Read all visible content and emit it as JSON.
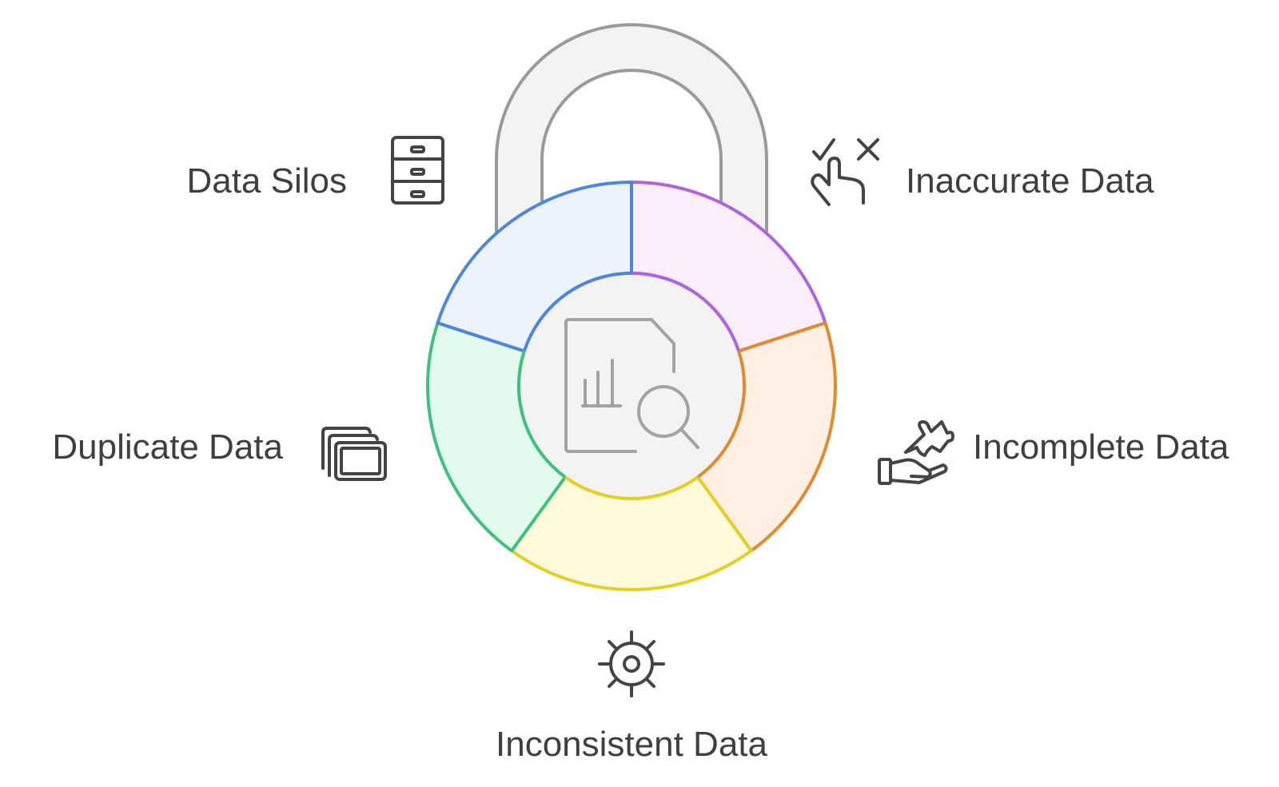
{
  "items": [
    {
      "key": "silos",
      "label": "Data Silos",
      "icon": "filing-cabinet-icon",
      "stroke": "#b063e0",
      "fill": "#faeefb"
    },
    {
      "key": "inaccurate",
      "label": "Inaccurate Data",
      "icon": "hand-check-cross-icon",
      "stroke": "#e08a32",
      "fill": "#fff0e3"
    },
    {
      "key": "incomplete",
      "label": "Incomplete Data",
      "icon": "hand-puzzle-icon",
      "stroke": "#e5cf24",
      "fill": "#fffadc"
    },
    {
      "key": "inconsistent",
      "label": "Inconsistent Data",
      "icon": "sun-gear-icon",
      "stroke": "#3fc07e",
      "fill": "#e2fbee"
    },
    {
      "key": "duplicate",
      "label": "Duplicate Data",
      "icon": "stacked-windows-icon",
      "stroke": "#4f86dd",
      "fill": "#ecf3fd"
    }
  ],
  "center_icon": "document-chart-search-icon",
  "colors": {
    "shackle_fill": "#f3f3f3",
    "shackle_stroke": "#9a9a9a",
    "center_fill": "#f3f3f3",
    "icon_stroke": "#444444",
    "text": "#3f3f3f"
  }
}
